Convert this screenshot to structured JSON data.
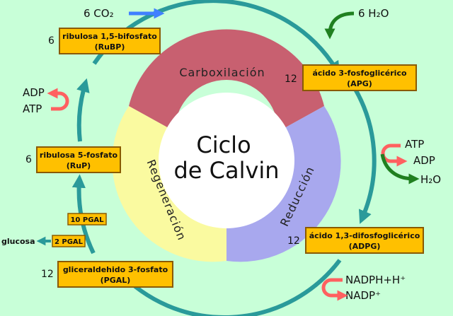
{
  "colors": {
    "background": "#c8ffd8",
    "cycle": "#2a9a9a",
    "carboxilacion": "#c86070",
    "reduccion": "#a8a8ee",
    "regeneracion": "#fafaa0",
    "center": "#ffffff",
    "box_fill": "#ffc000",
    "box_stroke": "#8a5a00",
    "co2_arrow": "#4080ff",
    "water_arrow": "#208020",
    "energy_arrow": "#ff6060",
    "output_arrow": "#2a9a9a"
  },
  "center": {
    "line1": "Ciclo",
    "line2": "de Calvin"
  },
  "phases": {
    "carboxilacion": "Carboxilación",
    "reduccion": "Reducción",
    "regeneracion": "Regeneración"
  },
  "inputs": {
    "co2": "6 CO₂",
    "h2o_top": "6 H₂O",
    "atp_right": "ATP",
    "adp_right": "ADP",
    "h2o_right": "H₂O",
    "nadph": "NADPH+H⁺",
    "nadp": "NADP⁺",
    "adp_left": "ADP",
    "atp_left": "ATP"
  },
  "compounds": {
    "rubp": {
      "coef": "6",
      "name": "ribulosa 1,5-bifosfato",
      "abbr": "(RuBP)"
    },
    "apg": {
      "coef": "12",
      "name": "ácido 3-fosfoglicérico",
      "abbr": "(APG)"
    },
    "adpg": {
      "coef": "12",
      "name": "ácido 1,3-difosfoglicérico",
      "abbr": "(ADPG)"
    },
    "pgal": {
      "coef": "12",
      "name": "gliceraldehido 3-fosfato",
      "abbr": "(PGAL)"
    },
    "rup": {
      "coef": "6",
      "name": "ribulosa 5-fosfato",
      "abbr": "(RuP)"
    }
  },
  "pgal_split": {
    "ten": "10 PGAL",
    "two": "2 PGAL",
    "glucosa": "glucosa"
  },
  "icons": [
    "co2-arrow",
    "h2o-curved-arrow",
    "energy-u-turn-arrow",
    "cycle-arrowhead",
    "output-arrow"
  ]
}
